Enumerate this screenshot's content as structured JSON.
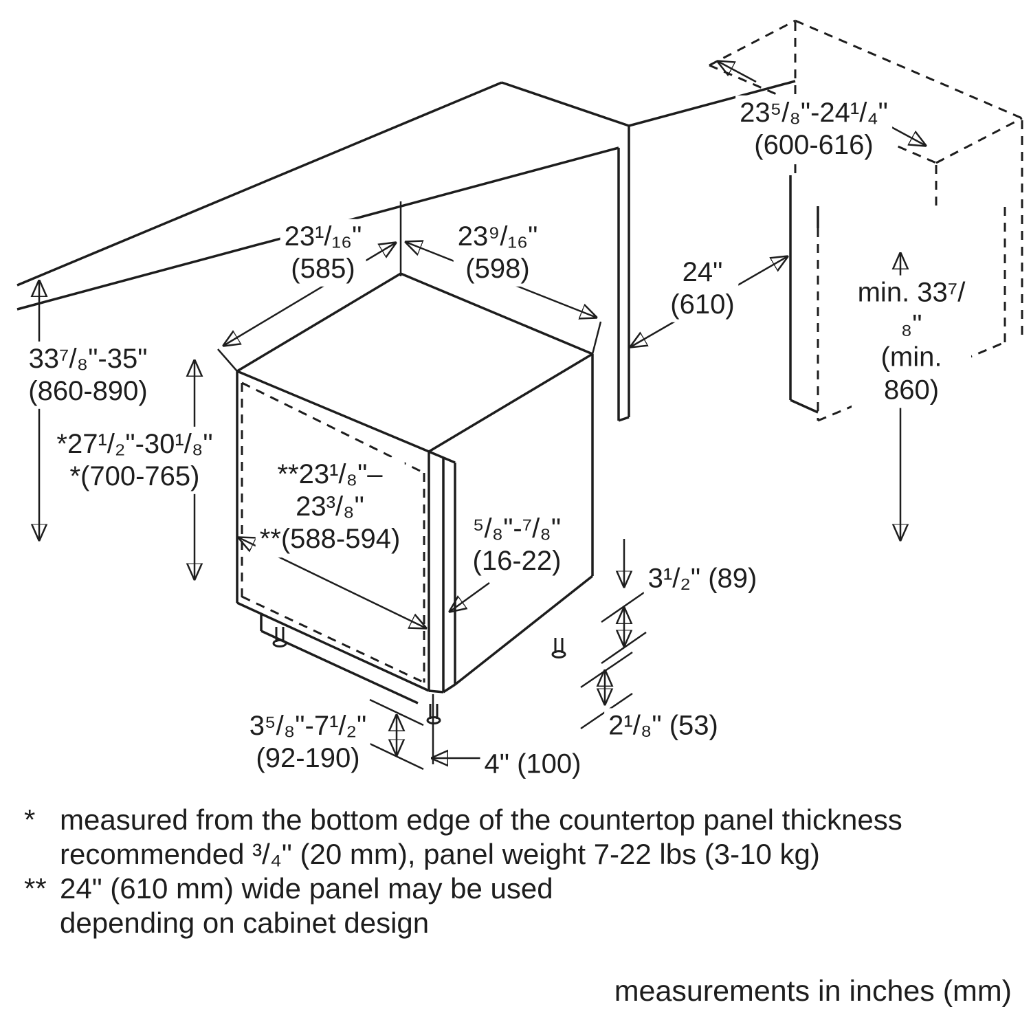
{
  "diagram": {
    "labels": {
      "counter_height": "33⁷/₈\"-35\"\n(860-890)",
      "panel_height": "*27¹/₂\"-30¹/₈\"\n*(700-765)",
      "top_width": "23¹/₁₆\"\n(585)",
      "top_depth": "23⁹/₁₆\"\n(598)",
      "panel_width": "**23¹/₈\"–\n23³/₈\"\n**(588-594)",
      "panel_thickness": "⁵/₈\"-⁷/₈\"\n(16-22)",
      "niche_width": "24\"\n(610)",
      "cabinet_depth": "23⁵/₈\"-24¹/₄\"\n(600-616)",
      "min_height": "min. 33⁷/₈\"\n(min. 860)",
      "kick_height": "3¹/₂\" (89)",
      "side_offset": "2¹/₈\" (53)",
      "adjust_range": "3⁵/₈\"-7¹/₂\"\n(92-190)",
      "base_height": "4\" (100)"
    },
    "footnotes": [
      {
        "marker": "*",
        "text": "measured from the bottom edge of the countertop panel thickness\nrecommended ³/₄\" (20 mm), panel weight 7-22 lbs (3-10 kg)"
      },
      {
        "marker": "**",
        "text": "24\" (610 mm) wide panel may be used\ndepending on cabinet design"
      }
    ],
    "units_note": "measurements in inches (mm)",
    "colors": {
      "line": "#1d1d1d",
      "background": "#ffffff"
    }
  }
}
